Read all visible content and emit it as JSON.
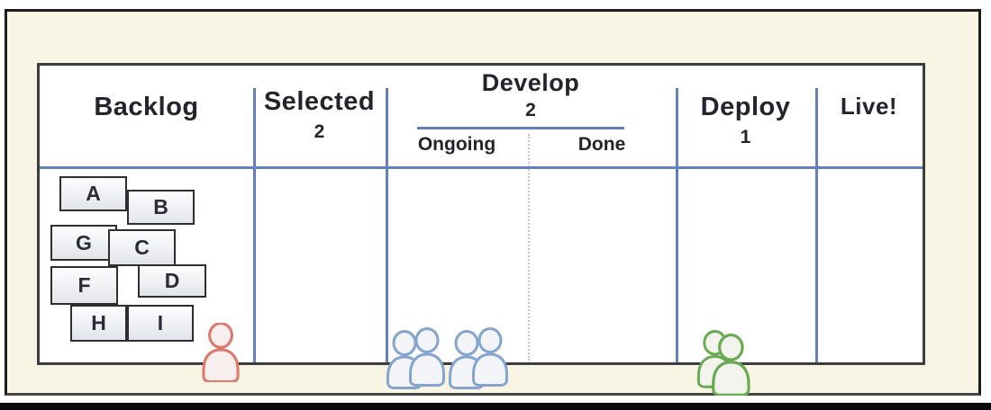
{
  "title": "Kanban board diagram",
  "board": {
    "columns": [
      {
        "label": "Backlog",
        "wip_limit": ""
      },
      {
        "label": "Selected",
        "wip_limit": "2"
      },
      {
        "label": "Develop",
        "wip_limit": "2",
        "sub_columns": [
          {
            "label": "Ongoing"
          },
          {
            "label": "Done"
          }
        ]
      },
      {
        "label": "Deploy",
        "wip_limit": "1"
      },
      {
        "label": "Live!",
        "wip_limit": ""
      }
    ],
    "backlog_cards": [
      {
        "label": "A"
      },
      {
        "label": "B"
      },
      {
        "label": "G"
      },
      {
        "label": "C"
      },
      {
        "label": "F"
      },
      {
        "label": "D"
      },
      {
        "label": "H"
      },
      {
        "label": "I"
      }
    ]
  },
  "people": {
    "selected_person": {
      "description": "one person at Selected column",
      "count": 1,
      "color": "#dd796d"
    },
    "develop_team": {
      "description": "four people at Develop column",
      "count": 4,
      "color": "#85a5cf"
    },
    "deploy_team": {
      "description": "two people at Deploy column",
      "count": 2,
      "color": "#69aa53"
    }
  },
  "colors": {
    "line_blue": "#6181b8",
    "board_background": "#ffffff",
    "frame_background": "#f8f5e5",
    "text": "#23242c"
  }
}
